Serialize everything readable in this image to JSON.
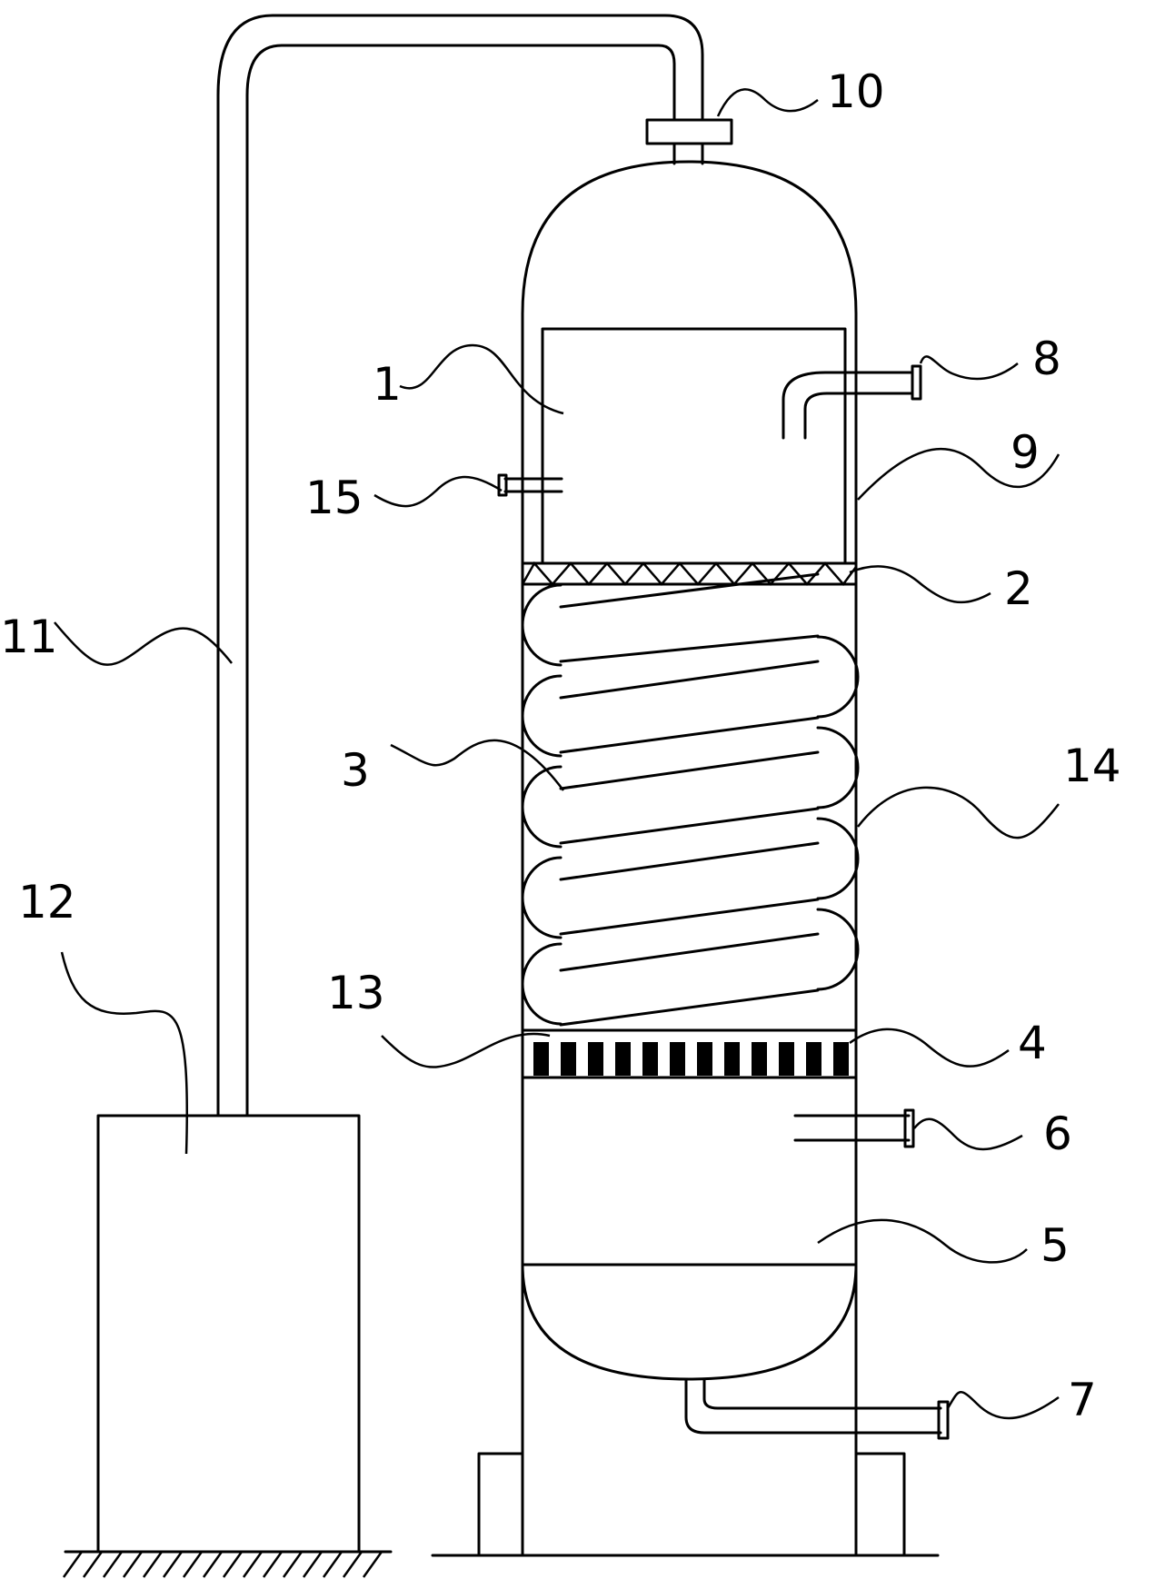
{
  "diagram": {
    "colors": {
      "line": "#000000",
      "background": "#ffffff"
    },
    "labels": [
      {
        "id": "1",
        "text": "1"
      },
      {
        "id": "2",
        "text": "2"
      },
      {
        "id": "3",
        "text": "3"
      },
      {
        "id": "4",
        "text": "4"
      },
      {
        "id": "5",
        "text": "5"
      },
      {
        "id": "6",
        "text": "6"
      },
      {
        "id": "7",
        "text": "7"
      },
      {
        "id": "8",
        "text": "8"
      },
      {
        "id": "9",
        "text": "9"
      },
      {
        "id": "10",
        "text": "10"
      },
      {
        "id": "11",
        "text": "11"
      },
      {
        "id": "12",
        "text": "12"
      },
      {
        "id": "13",
        "text": "13"
      },
      {
        "id": "14",
        "text": "14"
      },
      {
        "id": "15",
        "text": "15"
      }
    ]
  }
}
